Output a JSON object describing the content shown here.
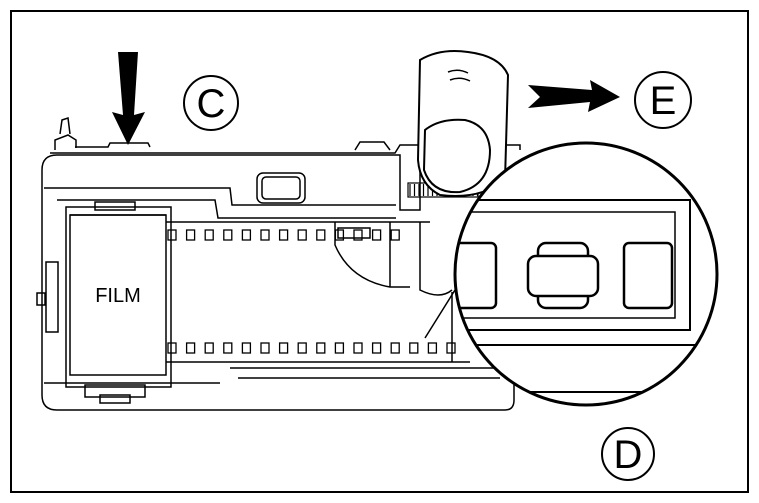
{
  "labels": {
    "c": "C",
    "e": "E",
    "d": "D"
  },
  "film_label": "FILM",
  "colors": {
    "line": "#000000",
    "background": "#ffffff"
  },
  "icons": {
    "down_arrow": "down-arrow-icon",
    "right_arrow": "right-arrow-icon",
    "finger": "finger-icon"
  }
}
